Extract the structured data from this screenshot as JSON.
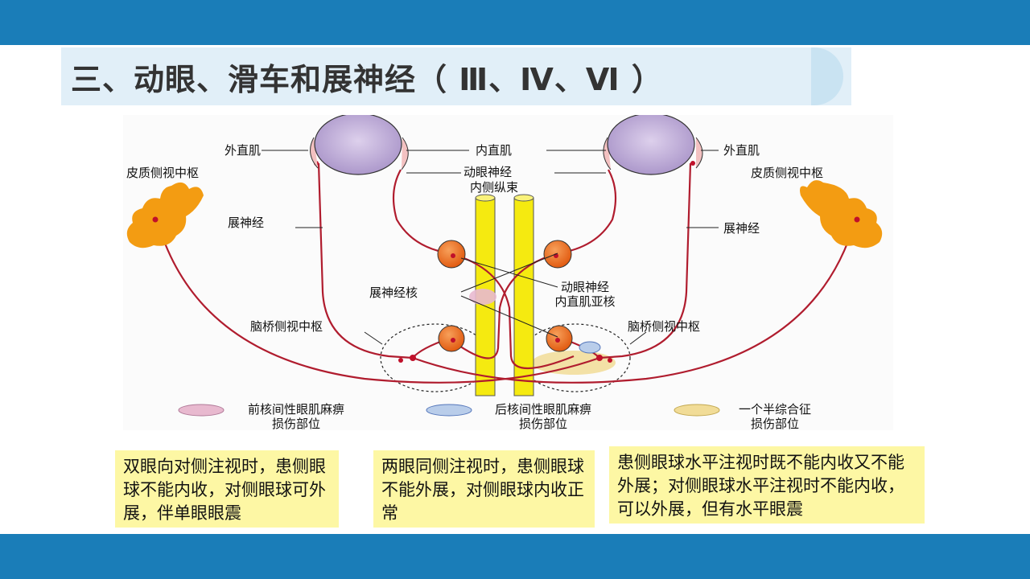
{
  "title": "三、动眼、滑车和展神经（ Ⅲ、Ⅳ、Ⅵ ）",
  "figure": {
    "labels": {
      "lateral_rectus_left": "外直肌",
      "medial_rectus": "内直肌",
      "lateral_rectus_right": "外直肌",
      "cortical_center_left": "皮质侧视中枢",
      "cortical_center_right": "皮质侧视中枢",
      "oculomotor_nerve": "动眼神经",
      "mlf": "内侧纵束",
      "abducens_nerve_left": "展神经",
      "abducens_nerve_right": "展神经",
      "abducens_nucleus": "展神经核",
      "oculomotor_subnucleus_line1": "动眼神经",
      "oculomotor_subnucleus_line2": "内直肌亚核",
      "pontine_center_left": "脑桥侧视中枢",
      "pontine_center_right": "脑桥侧视中枢"
    },
    "legend": [
      {
        "line1": "前核间性眼肌麻痹",
        "line2": "损伤部位",
        "color": "#e8b9cf"
      },
      {
        "line1": "后核间性眼肌麻痹",
        "line2": "损伤部位",
        "color": "#b9cdea"
      },
      {
        "line1": "一个半综合征",
        "line2": "损伤部位",
        "color": "#f1dc97"
      }
    ]
  },
  "notes": [
    "双眼向对侧注视时，患侧眼球不能内收，对侧眼球可外展，伴单眼眼震",
    "两眼同侧注视时，患侧眼球不能外展，对侧眼球内收正常",
    "患侧眼球水平注视时既不能内收又不能外展；对侧眼球水平注视时不能内收，可以外展，但有水平眼震"
  ],
  "colors": {
    "band": "#1a7db8",
    "title_bg": "#e1eff8",
    "note_bg": "#fdf7a4",
    "nerve": "#b01c2e",
    "mlf": "#f5ea10",
    "nucleus": "#ee6c1c",
    "cortex": "#f39c12",
    "eyeball": "#c9b6de"
  }
}
